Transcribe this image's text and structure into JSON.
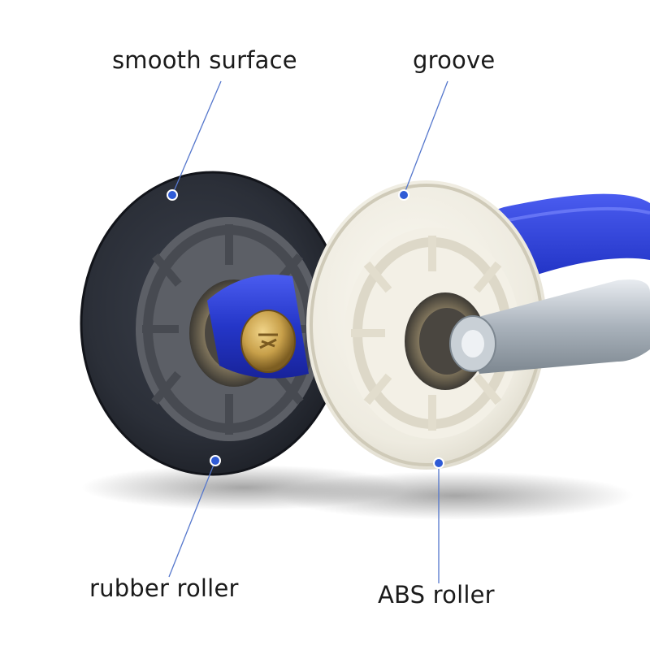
{
  "labels": {
    "smooth_surface": "smooth surface",
    "groove": "groove",
    "rubber_roller": "rubber roller",
    "abs_roller": "ABS roller"
  },
  "colors": {
    "background": "#ffffff",
    "rubber_tire": "#2b2f38",
    "rubber_hub": "#5c5f66",
    "abs_roller": "#eeebe0",
    "frame_blue": "#2436c8",
    "callout_line": "#5577cc",
    "callout_dot": "#2f5bd6"
  },
  "icons": {
    "bolt": "brass-bolt",
    "callout": "callout-dot"
  }
}
